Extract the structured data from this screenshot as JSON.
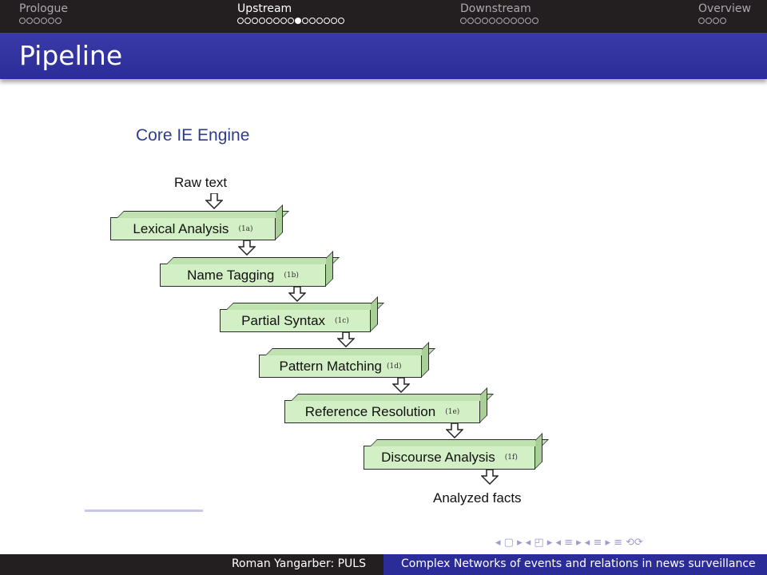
{
  "nav": {
    "sections": [
      {
        "title": "Prologue",
        "dots": 6,
        "filled": -1,
        "active": false
      },
      {
        "title": "Upstream",
        "dots": 15,
        "filled": 8,
        "active": true
      },
      {
        "title": "Downstream",
        "dots": 11,
        "filled": -1,
        "active": false
      },
      {
        "title": "Overview",
        "dots": 4,
        "filled": -1,
        "active": false
      }
    ]
  },
  "frame": {
    "title": "Pipeline"
  },
  "diagram": {
    "title": "Core IE Engine",
    "input_label": "Raw text",
    "output_label": "Analyzed facts",
    "stages": [
      {
        "label": "Lexical Analysis",
        "code": "(1a)"
      },
      {
        "label": "Name Tagging",
        "code": "(1b)"
      },
      {
        "label": "Partial Syntax",
        "code": "(1c)"
      },
      {
        "label": "Pattern Matching",
        "code": "(1d)"
      },
      {
        "label": "Reference Resolution",
        "code": "(1e)"
      },
      {
        "label": "Discourse Analysis",
        "code": "(1f)"
      }
    ],
    "box_fill": "#d3efc6"
  },
  "navigation_symbols": "◂ ▢ ▸ ◂ ◰ ▸ ◂ ≡ ▸ ◂ ≡ ▸ ≡ ⟲⟳",
  "footer": {
    "author": "Roman Yangarber: PULS",
    "title": "Complex Networks of events and relations in news surveillance"
  },
  "colors": {
    "header_dark": "#231f20",
    "title_blue": "#2c2c99",
    "accent_blue": "#2f3c8c"
  }
}
